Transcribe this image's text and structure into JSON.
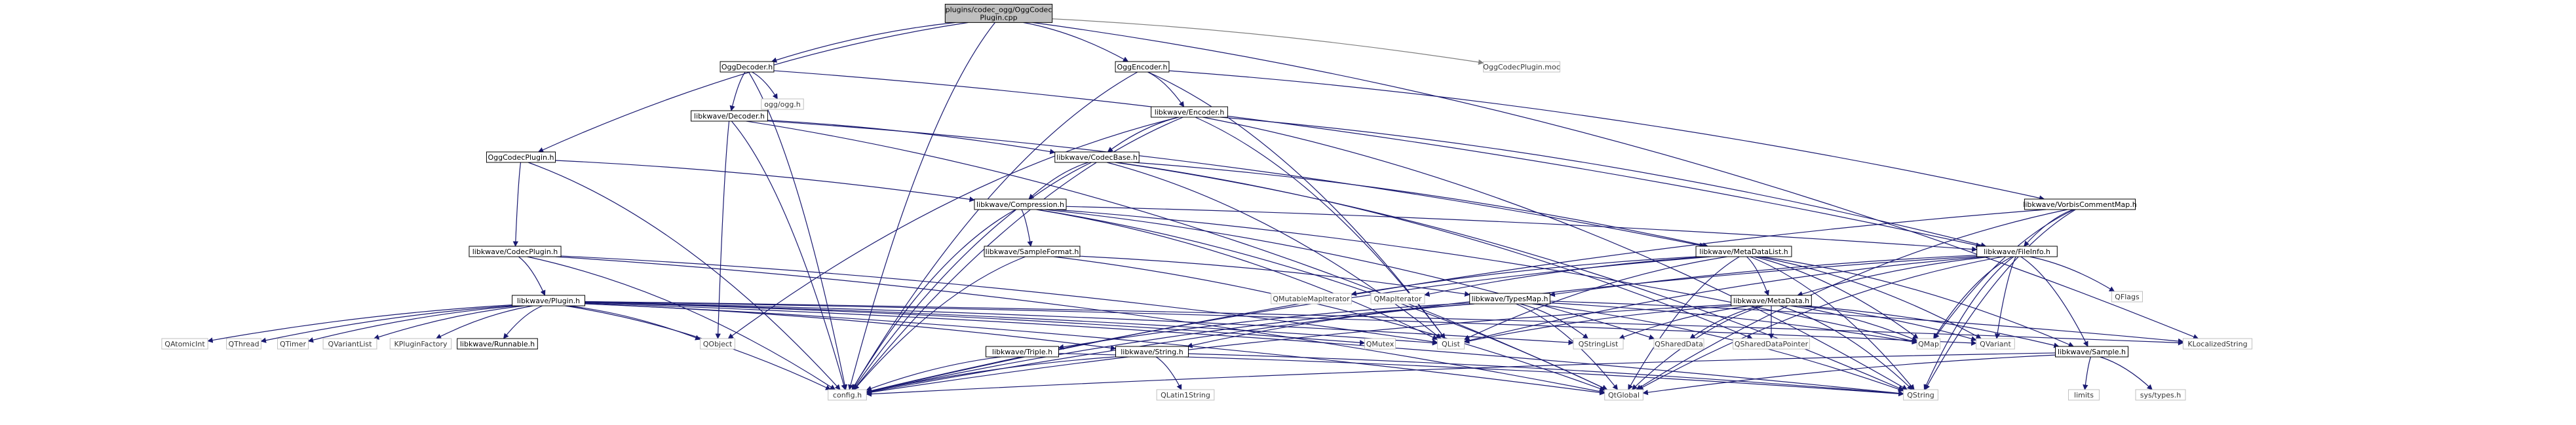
{
  "graph": {
    "nodes": [
      {
        "id": "root",
        "label": [
          "plugins/codec_ogg/OggCodec",
          "Plugin.cpp"
        ],
        "kind": "root"
      },
      {
        "id": "oggdecoder",
        "label": [
          "OggDecoder.h"
        ],
        "kind": "int"
      },
      {
        "id": "oggencoder",
        "label": [
          "OggEncoder.h"
        ],
        "kind": "int"
      },
      {
        "id": "moc",
        "label": [
          "OggCodecPlugin.moc"
        ],
        "kind": "ext"
      },
      {
        "id": "oggogg",
        "label": [
          "ogg/ogg.h"
        ],
        "kind": "ext"
      },
      {
        "id": "decoder",
        "label": [
          "libkwave/Decoder.h"
        ],
        "kind": "int"
      },
      {
        "id": "encoder",
        "label": [
          "libkwave/Encoder.h"
        ],
        "kind": "int"
      },
      {
        "id": "oggcodecplugin",
        "label": [
          "OggCodecPlugin.h"
        ],
        "kind": "int"
      },
      {
        "id": "codecbase",
        "label": [
          "libkwave/CodecBase.h"
        ],
        "kind": "int"
      },
      {
        "id": "vorbiscomment",
        "label": [
          "libkwave/VorbisCommentMap.h"
        ],
        "kind": "int"
      },
      {
        "id": "compression",
        "label": [
          "libkwave/Compression.h"
        ],
        "kind": "int"
      },
      {
        "id": "fileinfo",
        "label": [
          "libkwave/FileInfo.h"
        ],
        "kind": "int"
      },
      {
        "id": "codecplugin",
        "label": [
          "libkwave/CodecPlugin.h"
        ],
        "kind": "int"
      },
      {
        "id": "sampleformat",
        "label": [
          "libkwave/SampleFormat.h"
        ],
        "kind": "int"
      },
      {
        "id": "metadatalist",
        "label": [
          "libkwave/MetaDataList.h"
        ],
        "kind": "int"
      },
      {
        "id": "qflags",
        "label": [
          "QFlags"
        ],
        "kind": "ext"
      },
      {
        "id": "plugin",
        "label": [
          "libkwave/Plugin.h"
        ],
        "kind": "int"
      },
      {
        "id": "qmutablemapit",
        "label": [
          "QMutableMapIterator"
        ],
        "kind": "ext"
      },
      {
        "id": "qmapiterator",
        "label": [
          "QMapIterator"
        ],
        "kind": "ext"
      },
      {
        "id": "typesmap",
        "label": [
          "libkwave/TypesMap.h"
        ],
        "kind": "int"
      },
      {
        "id": "metadata",
        "label": [
          "libkwave/MetaData.h"
        ],
        "kind": "int"
      },
      {
        "id": "qatomicint",
        "label": [
          "QAtomicInt"
        ],
        "kind": "ext"
      },
      {
        "id": "qthread",
        "label": [
          "QThread"
        ],
        "kind": "ext"
      },
      {
        "id": "qtimer",
        "label": [
          "QTimer"
        ],
        "kind": "ext"
      },
      {
        "id": "qvariantlist",
        "label": [
          "QVariantList"
        ],
        "kind": "ext"
      },
      {
        "id": "kpluginfactory",
        "label": [
          "KPluginFactory"
        ],
        "kind": "ext"
      },
      {
        "id": "runnable",
        "label": [
          "libkwave/Runnable.h"
        ],
        "kind": "int"
      },
      {
        "id": "qobject",
        "label": [
          "QObject"
        ],
        "kind": "ext"
      },
      {
        "id": "triple",
        "label": [
          "libkwave/Triple.h"
        ],
        "kind": "int"
      },
      {
        "id": "stringh",
        "label": [
          "libkwave/String.h"
        ],
        "kind": "int"
      },
      {
        "id": "qmutex",
        "label": [
          "QMutex"
        ],
        "kind": "ext"
      },
      {
        "id": "qlist",
        "label": [
          "QList"
        ],
        "kind": "ext"
      },
      {
        "id": "qstringlist",
        "label": [
          "QStringList"
        ],
        "kind": "ext"
      },
      {
        "id": "qshareddata",
        "label": [
          "QSharedData"
        ],
        "kind": "ext"
      },
      {
        "id": "qshareddataptr",
        "label": [
          "QSharedDataPointer"
        ],
        "kind": "ext"
      },
      {
        "id": "qmap",
        "label": [
          "QMap"
        ],
        "kind": "ext"
      },
      {
        "id": "qvariant",
        "label": [
          "QVariant"
        ],
        "kind": "ext"
      },
      {
        "id": "sampleh",
        "label": [
          "libkwave/Sample.h"
        ],
        "kind": "int"
      },
      {
        "id": "klocalized",
        "label": [
          "KLocalizedString"
        ],
        "kind": "ext"
      },
      {
        "id": "configh",
        "label": [
          "config.h"
        ],
        "kind": "ext"
      },
      {
        "id": "qlatin1string",
        "label": [
          "QLatin1String"
        ],
        "kind": "ext"
      },
      {
        "id": "qtglobal",
        "label": [
          "QtGlobal"
        ],
        "kind": "ext"
      },
      {
        "id": "qstring",
        "label": [
          "QString"
        ],
        "kind": "ext"
      },
      {
        "id": "limits",
        "label": [
          "limits"
        ],
        "kind": "ext"
      },
      {
        "id": "systypes",
        "label": [
          "sys/types.h"
        ],
        "kind": "ext"
      }
    ],
    "edges": [
      [
        "root",
        "oggdecoder"
      ],
      [
        "root",
        "oggencoder"
      ],
      [
        "root",
        "moc"
      ],
      [
        "root",
        "oggcodecplugin"
      ],
      [
        "root",
        "configh"
      ],
      [
        "root",
        "klocalized"
      ],
      [
        "oggdecoder",
        "oggogg"
      ],
      [
        "oggdecoder",
        "decoder"
      ],
      [
        "oggdecoder",
        "configh"
      ],
      [
        "oggdecoder",
        "fileinfo"
      ],
      [
        "oggencoder",
        "encoder"
      ],
      [
        "oggencoder",
        "vorbiscomment"
      ],
      [
        "oggencoder",
        "configh"
      ],
      [
        "oggencoder",
        "qlist"
      ],
      [
        "decoder",
        "codecbase"
      ],
      [
        "decoder",
        "qobject"
      ],
      [
        "decoder",
        "configh"
      ],
      [
        "decoder",
        "qtglobal"
      ],
      [
        "decoder",
        "metadatalist"
      ],
      [
        "encoder",
        "codecbase"
      ],
      [
        "encoder",
        "qobject"
      ],
      [
        "encoder",
        "configh"
      ],
      [
        "encoder",
        "qlist"
      ],
      [
        "encoder",
        "qstring"
      ],
      [
        "encoder",
        "fileinfo"
      ],
      [
        "oggcodecplugin",
        "compression"
      ],
      [
        "oggcodecplugin",
        "codecplugin"
      ],
      [
        "oggcodecplugin",
        "configh"
      ],
      [
        "codecbase",
        "compression"
      ],
      [
        "codecbase",
        "qlist"
      ],
      [
        "codecbase",
        "configh"
      ],
      [
        "codecbase",
        "qshareddataptr"
      ],
      [
        "codecbase",
        "qstring"
      ],
      [
        "codecbase",
        "metadatalist"
      ],
      [
        "vorbiscomment",
        "fileinfo"
      ],
      [
        "vorbiscomment",
        "qmap"
      ],
      [
        "vorbiscomment",
        "qstring"
      ],
      [
        "vorbiscomment",
        "configh"
      ],
      [
        "vorbiscomment",
        "qtglobal"
      ],
      [
        "compression",
        "sampleformat"
      ],
      [
        "compression",
        "configh"
      ],
      [
        "compression",
        "qlist"
      ],
      [
        "compression",
        "qmap"
      ],
      [
        "compression",
        "qshareddata"
      ],
      [
        "compression",
        "qtglobal"
      ],
      [
        "compression",
        "fileinfo"
      ],
      [
        "fileinfo",
        "qflags"
      ],
      [
        "fileinfo",
        "qmap"
      ],
      [
        "fileinfo",
        "qvariant"
      ],
      [
        "fileinfo",
        "qlist"
      ],
      [
        "fileinfo",
        "sampleh"
      ],
      [
        "fileinfo",
        "typesmap"
      ],
      [
        "fileinfo",
        "configh"
      ],
      [
        "fileinfo",
        "qtglobal"
      ],
      [
        "fileinfo",
        "qstring"
      ],
      [
        "fileinfo",
        "metadata"
      ],
      [
        "codecplugin",
        "plugin"
      ],
      [
        "codecplugin",
        "configh"
      ],
      [
        "codecplugin",
        "qlist"
      ],
      [
        "codecplugin",
        "qtglobal"
      ],
      [
        "sampleformat",
        "typesmap"
      ],
      [
        "sampleformat",
        "configh"
      ],
      [
        "sampleformat",
        "qtglobal"
      ],
      [
        "metadatalist",
        "metadata"
      ],
      [
        "metadatalist",
        "qmutablemapit"
      ],
      [
        "metadatalist",
        "qmapiterator"
      ],
      [
        "metadatalist",
        "qlist"
      ],
      [
        "metadatalist",
        "qmap"
      ],
      [
        "metadatalist",
        "sampleh"
      ],
      [
        "metadatalist",
        "configh"
      ],
      [
        "metadatalist",
        "qtglobal"
      ],
      [
        "metadatalist",
        "qstring"
      ],
      [
        "metadatalist",
        "qvariant"
      ],
      [
        "plugin",
        "qatomicint"
      ],
      [
        "plugin",
        "qthread"
      ],
      [
        "plugin",
        "qtimer"
      ],
      [
        "plugin",
        "qvariantlist"
      ],
      [
        "plugin",
        "kpluginfactory"
      ],
      [
        "plugin",
        "runnable"
      ],
      [
        "plugin",
        "qobject"
      ],
      [
        "plugin",
        "stringh"
      ],
      [
        "plugin",
        "qmutex"
      ],
      [
        "plugin",
        "qlist"
      ],
      [
        "plugin",
        "qstringlist"
      ],
      [
        "plugin",
        "klocalized"
      ],
      [
        "plugin",
        "configh"
      ],
      [
        "plugin",
        "qtglobal"
      ],
      [
        "plugin",
        "qstring"
      ],
      [
        "plugin",
        "qvariant"
      ],
      [
        "typesmap",
        "triple"
      ],
      [
        "typesmap",
        "stringh"
      ],
      [
        "typesmap",
        "qmap"
      ],
      [
        "typesmap",
        "qstringlist"
      ],
      [
        "typesmap",
        "klocalized"
      ],
      [
        "typesmap",
        "configh"
      ],
      [
        "typesmap",
        "qtglobal"
      ],
      [
        "typesmap",
        "qstring"
      ],
      [
        "metadata",
        "qlist"
      ],
      [
        "metadata",
        "qstringlist"
      ],
      [
        "metadata",
        "qshareddata"
      ],
      [
        "metadata",
        "qshareddataptr"
      ],
      [
        "metadata",
        "qmap"
      ],
      [
        "metadata",
        "qvariant"
      ],
      [
        "metadata",
        "sampleh"
      ],
      [
        "metadata",
        "configh"
      ],
      [
        "metadata",
        "qtglobal"
      ],
      [
        "metadata",
        "qstring"
      ],
      [
        "triple",
        "configh"
      ],
      [
        "triple",
        "qstring"
      ],
      [
        "stringh",
        "qlatin1string"
      ],
      [
        "stringh",
        "configh"
      ],
      [
        "stringh",
        "qstring"
      ],
      [
        "sampleh",
        "limits"
      ],
      [
        "sampleh",
        "systypes"
      ],
      [
        "sampleh",
        "qtglobal"
      ],
      [
        "sampleh",
        "configh"
      ]
    ]
  }
}
